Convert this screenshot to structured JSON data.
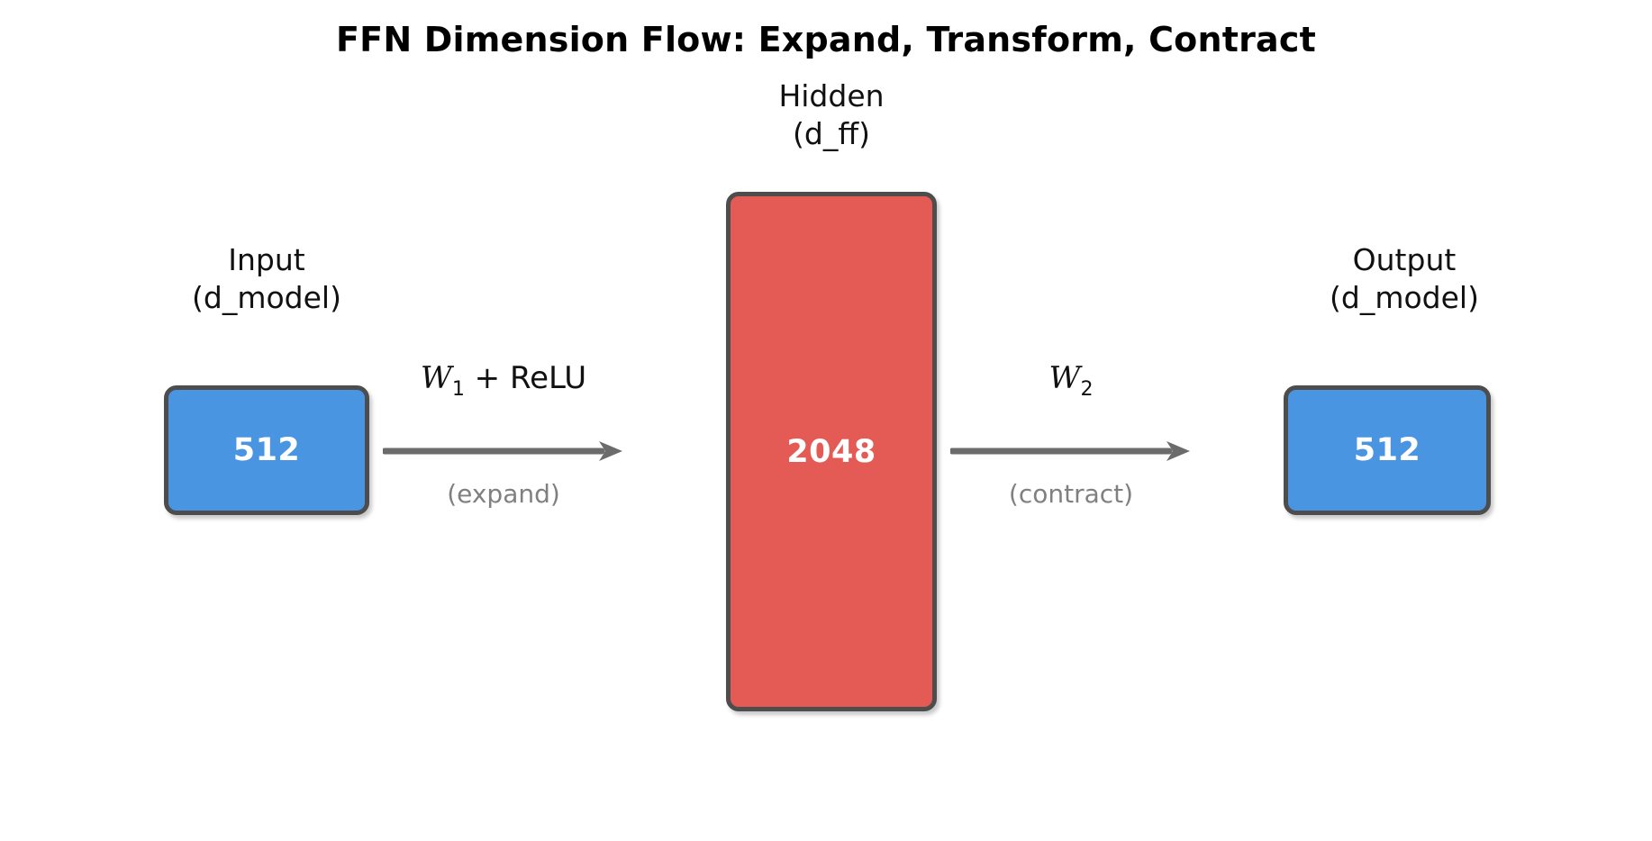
{
  "title": "FFN Dimension Flow: Expand, Transform, Contract",
  "diagram": {
    "nodes": [
      {
        "id": "input",
        "label_line1": "Input",
        "label_line2": "(d_model)",
        "value": "512",
        "color": "#4a95e2",
        "border_color": "#4d4d4d",
        "text_color": "#ffffff"
      },
      {
        "id": "hidden",
        "label_line1": "Hidden",
        "label_line2": "(d_ff)",
        "value": "2048",
        "color": "#e45b55",
        "border_color": "#4d4d4d",
        "text_color": "#ffffff"
      },
      {
        "id": "output",
        "label_line1": "Output",
        "label_line2": "(d_model)",
        "value": "512",
        "color": "#4a95e2",
        "border_color": "#4d4d4d",
        "text_color": "#ffffff"
      }
    ],
    "edges": [
      {
        "id": "expand",
        "from": "input",
        "to": "hidden",
        "weight_symbol": "W",
        "weight_subscript": "1",
        "weight_suffix": " + ReLU",
        "note": "(expand)",
        "arrow_color": "#6b6b6b",
        "note_color": "#808080"
      },
      {
        "id": "contract",
        "from": "hidden",
        "to": "output",
        "weight_symbol": "W",
        "weight_subscript": "2",
        "weight_suffix": "",
        "note": "(contract)",
        "arrow_color": "#6b6b6b",
        "note_color": "#808080"
      }
    ]
  }
}
